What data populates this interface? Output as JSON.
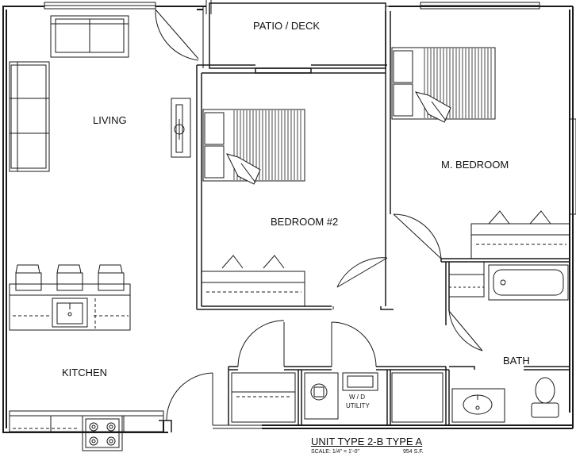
{
  "rooms": {
    "patio": "PATIO / DECK",
    "living": "LIVING",
    "bedroom2": "BEDROOM  #2",
    "master": "M. BEDROOM",
    "kitchen": "KITCHEN",
    "bath": "BATH",
    "wd": "W / D",
    "utility": "UTILITY"
  },
  "footer": {
    "title": "UNIT TYPE 2-B TYPE A",
    "scale": "SCALE: 1/4\" = 1'-0\"",
    "area": "954 S.F."
  }
}
